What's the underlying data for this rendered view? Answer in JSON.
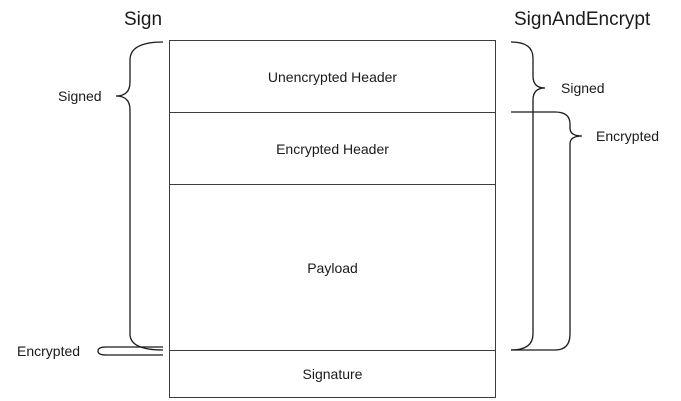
{
  "titles": {
    "left": "Sign",
    "right": "SignAndEncrypt"
  },
  "sections": [
    {
      "key": "unencrypted_header",
      "label": "Unencrypted Header"
    },
    {
      "key": "encrypted_header",
      "label": "Encrypted Header"
    },
    {
      "key": "payload",
      "label": "Payload"
    },
    {
      "key": "signature",
      "label": "Signature"
    }
  ],
  "annotations": {
    "sign_signed": "Signed",
    "sign_encrypted": "Encrypted",
    "sae_signed": "Signed",
    "sae_encrypted": "Encrypted"
  }
}
